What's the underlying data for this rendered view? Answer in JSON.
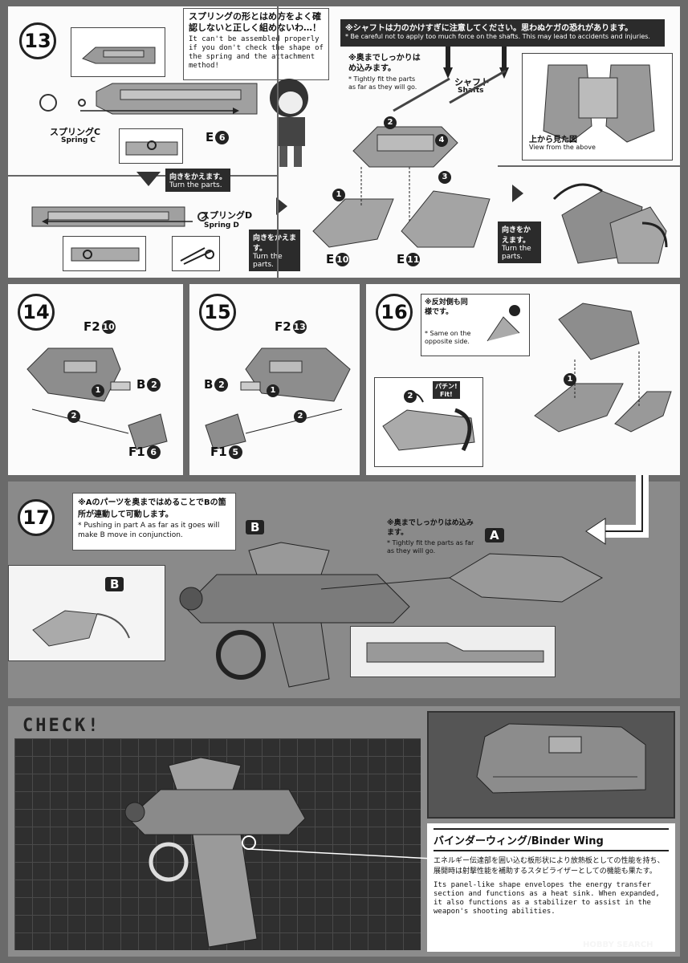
{
  "step13": {
    "number": "13",
    "note_jp": "スプリングの形とはめ方をよく確認しないと正しく組めないわ…！",
    "note_en": "It can't be assembled properly if you don't check the shape of the spring and the attachment method!",
    "warning_jp": "※シャフトは力のかけすぎに注意してください。思わぬケガの恐れがあります。",
    "warning_en": "* Be careful not to apply too much force on the shafts. This may lead to accidents and injuries.",
    "spring_c_jp": "スプリングC",
    "spring_c_en": "Spring C",
    "spring_d_jp": "スプリングD",
    "spring_d_en": "Spring D",
    "turn_jp": "向きをかえます。",
    "turn_en": "Turn the parts.",
    "turn2_jp": "向きをかえます。",
    "turn2_en": "Turn the parts.",
    "turn3_jp": "向きをかえます。",
    "turn3_en": "Turn the parts.",
    "tight_jp": "※奥までしっかりはめ込みます。",
    "tight_en": "* Tightly fit the parts as far as they will go.",
    "shaft_jp": "シャフト",
    "shaft_en": "Shafts",
    "view_jp": "上から見た図",
    "view_en": "View from the above",
    "part_e6": "E",
    "part_e6_n": "6",
    "part_e10": "E",
    "part_e10_n": "10",
    "part_e11": "E",
    "part_e11_n": "11",
    "s1": "1",
    "s2": "2",
    "s3": "3",
    "s4": "4"
  },
  "step14": {
    "number": "14",
    "part_top": "F2",
    "part_top_n": "10",
    "part_mid": "B",
    "part_mid_n": "2",
    "part_bot": "F1",
    "part_bot_n": "6",
    "s1": "1",
    "s2": "2"
  },
  "step15": {
    "number": "15",
    "part_top": "F2",
    "part_top_n": "13",
    "part_mid": "B",
    "part_mid_n": "2",
    "part_bot": "F1",
    "part_bot_n": "5",
    "s1": "1",
    "s2": "2"
  },
  "step16": {
    "number": "16",
    "note_jp": "※反対側も同様です。",
    "note_en": "* Same on the opposite side.",
    "fit_jp": "パチン!",
    "fit_en": "Fit!",
    "s1": "1",
    "s2": "2"
  },
  "step17": {
    "number": "17",
    "note_jp": "※Aのパーツを奥まではめることでBの箇所が連動して可動します。",
    "note_en": "* Pushing in part A as far as it goes will make B move in conjunction.",
    "tight_jp": "※奥までしっかりはめ込みます。",
    "tight_en": "* Tightly fit the parts as far as they will go.",
    "label_a": "A",
    "label_b": "B",
    "label_b2": "B"
  },
  "check": {
    "title": "CHECK!",
    "name_jp": "バインダーウィング",
    "name_en": "/Binder Wing",
    "desc_jp": "エネルギー伝達部を囲い込む板形状により放熱板としての性能を持ち、展開時は射撃性能を補助するスタビライザーとしての機能も果たす。",
    "desc_en": "Its panel-like shape envelopes the energy transfer section and functions as a heat sink. When expanded, it also functions as a stabilizer to assist in the weapon's shooting abilities.",
    "watermark": "HOBBY SEARCH"
  }
}
